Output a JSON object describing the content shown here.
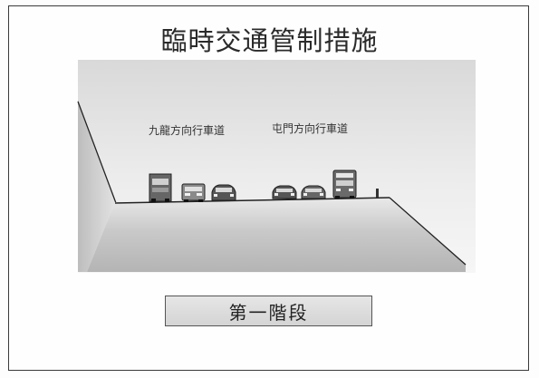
{
  "title": "臨時交通管制措施",
  "diagram": {
    "left_road_label": "九龍方向行車道",
    "right_road_label": "屯門方向行車道"
  },
  "stage_label": "第一階段",
  "icons": {
    "left_vehicles": [
      "truck-icon",
      "bus-icon",
      "car-icon"
    ],
    "right_vehicles": [
      "car-icon",
      "car-icon",
      "bus-icon"
    ],
    "divider": "barrier-post-icon"
  }
}
